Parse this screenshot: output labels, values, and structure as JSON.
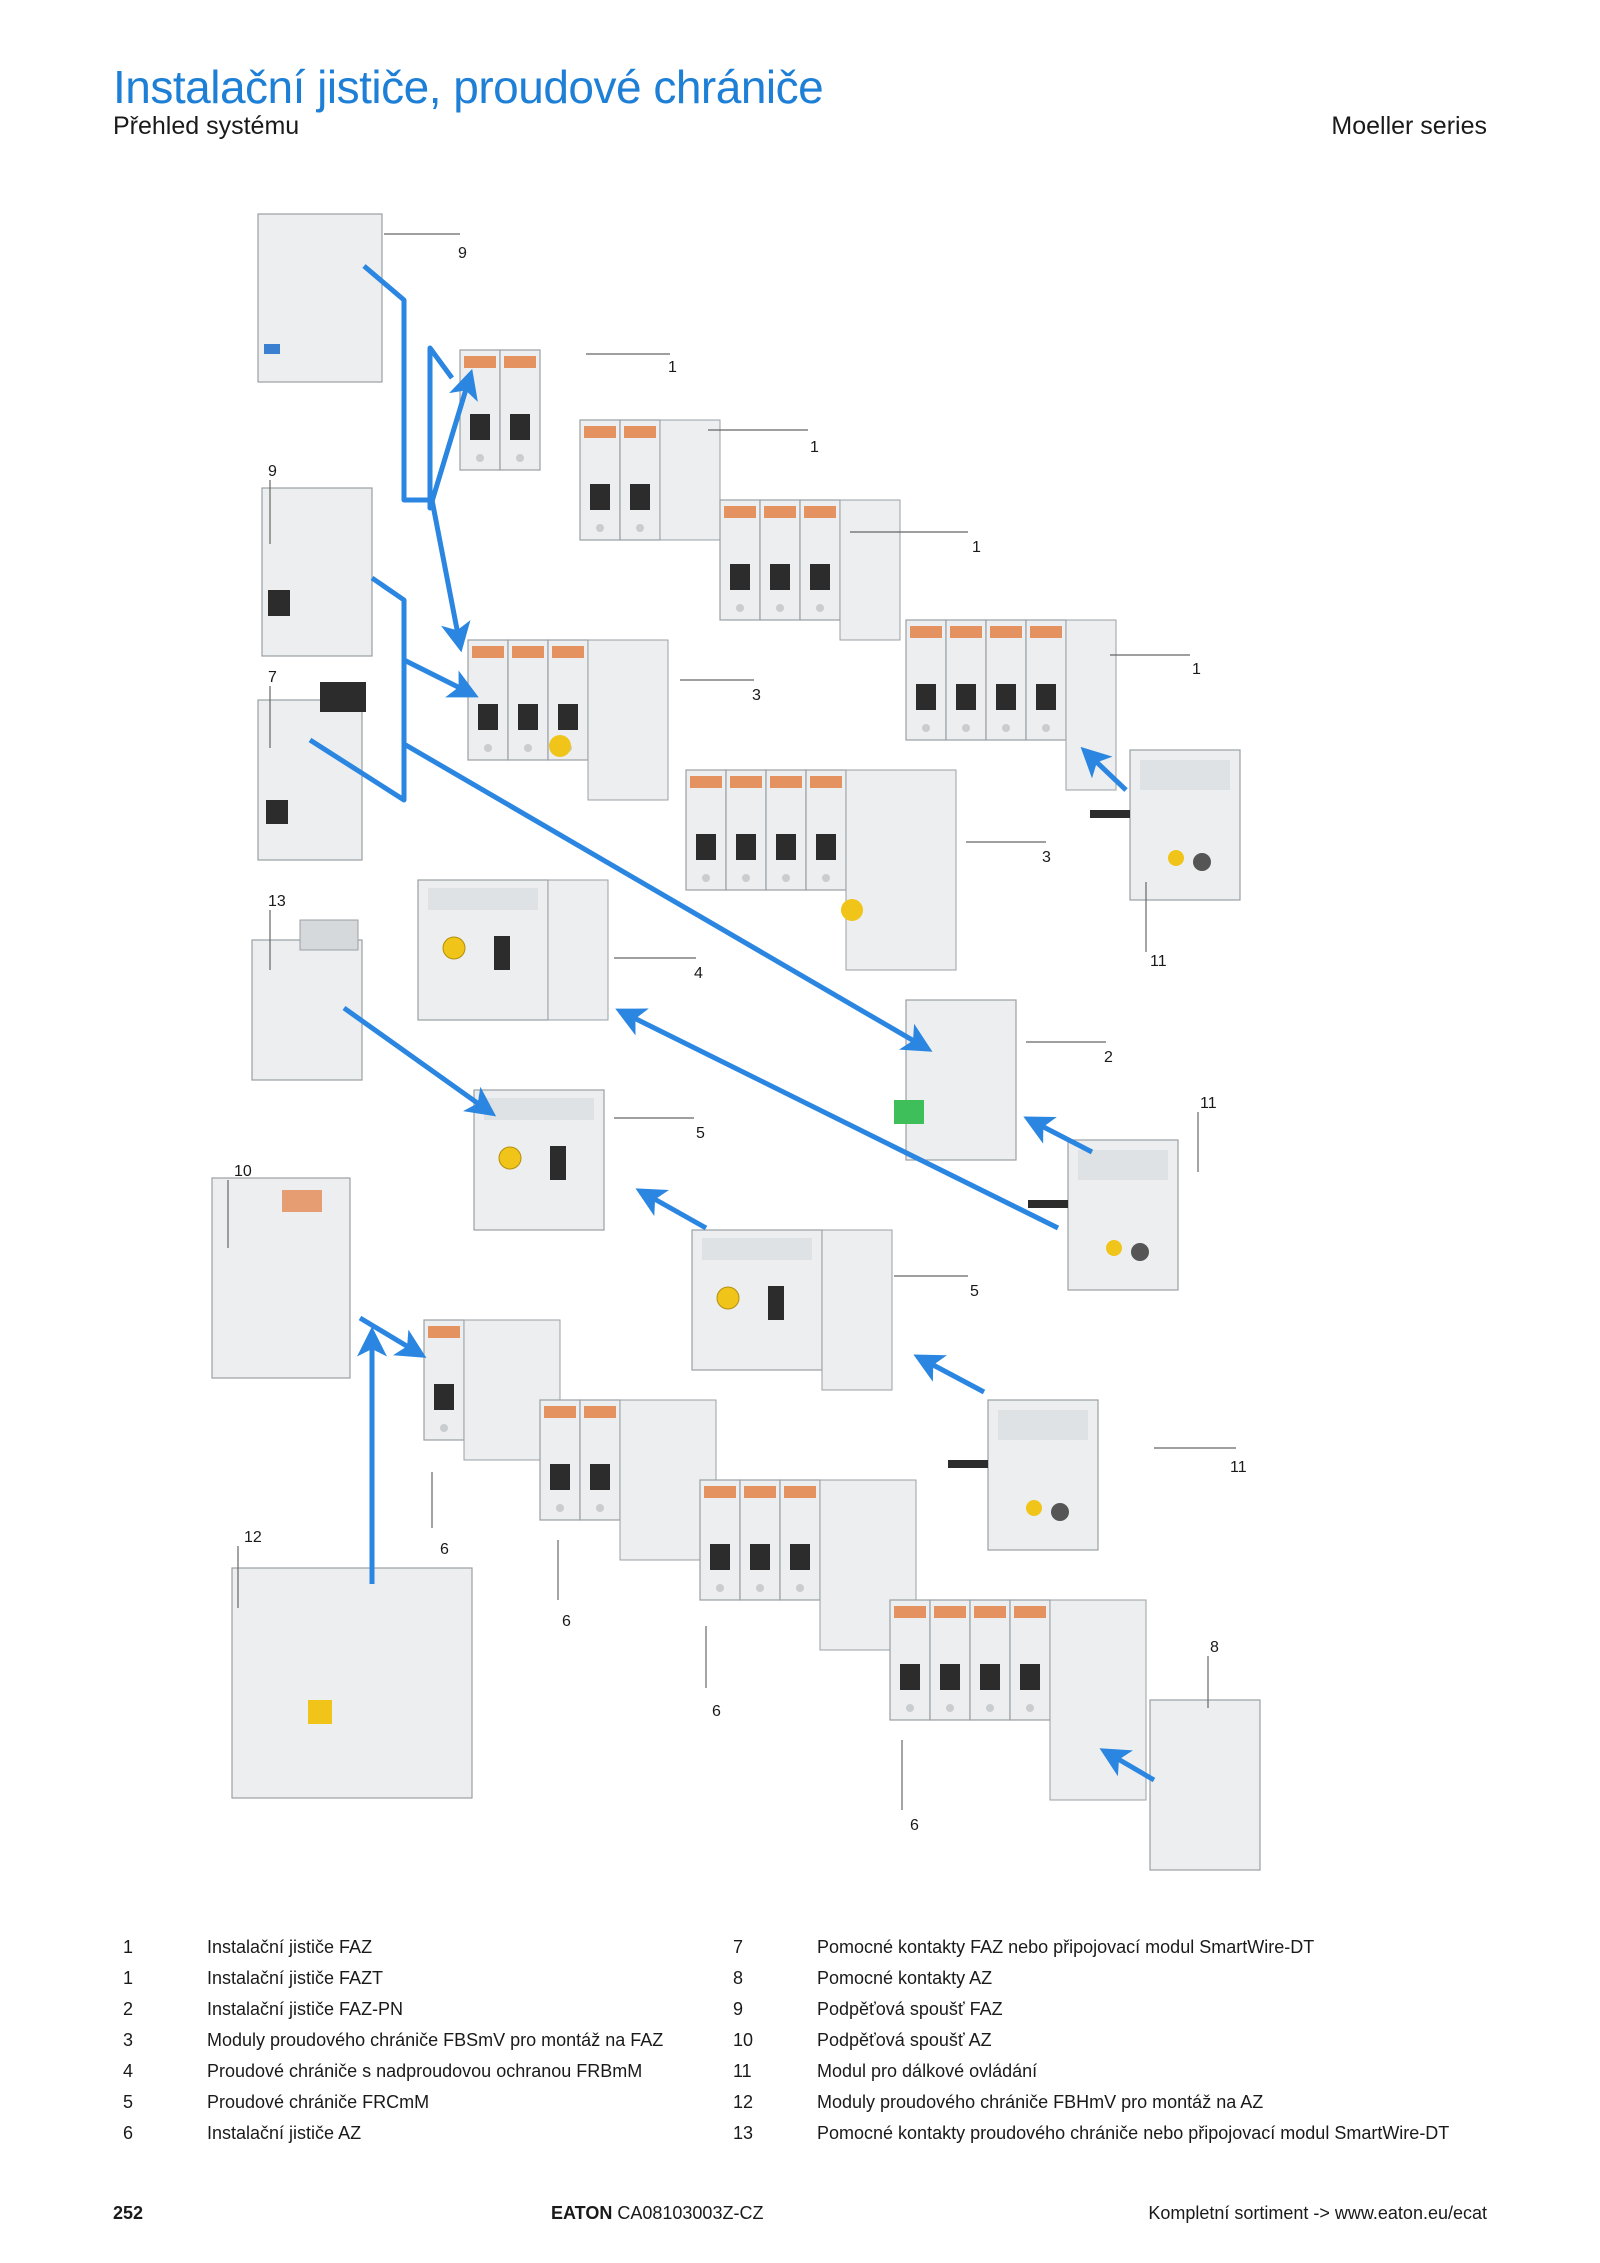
{
  "header": {
    "title": "Instalační jističe, proudové chrániče",
    "subtitle": "Přehled systému",
    "series": "Moeller series"
  },
  "callouts": [
    "9",
    "1",
    "9",
    "1",
    "1",
    "1",
    "7",
    "3",
    "3",
    "13",
    "4",
    "11",
    "2",
    "11",
    "5",
    "10",
    "5",
    "11",
    "6",
    "6",
    "12",
    "6",
    "8",
    "6"
  ],
  "legend": {
    "left": [
      {
        "num": "1",
        "text": "Instalační jističe FAZ"
      },
      {
        "num": "1",
        "text": "Instalační jističe FAZT"
      },
      {
        "num": "2",
        "text": "Instalační jističe FAZ-PN"
      },
      {
        "num": "3",
        "text": "Moduly proudového chrániče FBSmV pro montáž na FAZ"
      },
      {
        "num": "4",
        "text": "Proudové chrániče s nadproudovou ochranou FRBmM"
      },
      {
        "num": "5",
        "text": "Proudové chrániče FRCmM"
      },
      {
        "num": "6",
        "text": "Instalační jističe AZ"
      }
    ],
    "right": [
      {
        "num": "7",
        "text": "Pomocné kontakty FAZ nebo připojovací modul SmartWire-DT"
      },
      {
        "num": "8",
        "text": "Pomocné kontakty AZ"
      },
      {
        "num": "9",
        "text": "Podpěťová spoušť FAZ"
      },
      {
        "num": "10",
        "text": "Podpěťová spoušť AZ"
      },
      {
        "num": "11",
        "text": "Modul pro dálkové ovládání"
      },
      {
        "num": "12",
        "text": "Moduly proudového chrániče FBHmV pro montáž na AZ"
      },
      {
        "num": "13",
        "text": "Pomocné kontakty proudového chrániče nebo připojovací modul SmartWire-DT"
      }
    ]
  },
  "footer": {
    "page": "252",
    "brand": "EATON",
    "code": "CA08103003Z-CZ",
    "link": "Kompletní sortiment -> www.eaton.eu/ecat"
  },
  "colors": {
    "accent": "#1e7fd6",
    "arrow": "#2a86e0",
    "device": "#eceeef",
    "device_dark": "#c9cdd0"
  }
}
